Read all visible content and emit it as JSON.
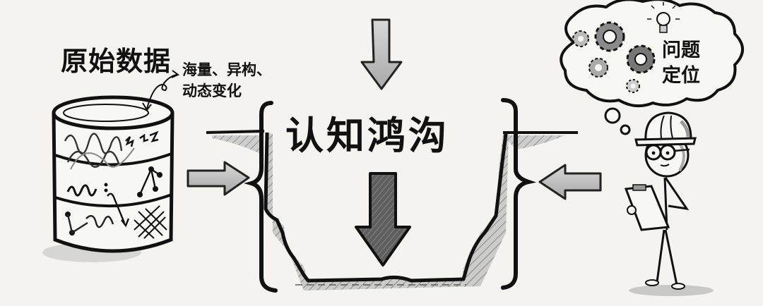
{
  "diagram": {
    "title": "认知鸿沟",
    "colors": {
      "background": "#f4f3ef",
      "ink": "#111111",
      "shade": "#b8b8b8",
      "dark_fill": "#6a6a6a"
    }
  },
  "left_panel": {
    "label": "原始数据",
    "annotation_line1": "海量、异构、",
    "annotation_line2": "动态变化",
    "icon": "database-cylinder-icon"
  },
  "center_panel": {
    "label": "认知鸿沟",
    "top_arrow": "arrow-down-icon",
    "inner_arrow": "arrow-down-icon",
    "left_arrow": "arrow-right-icon",
    "right_arrow": "arrow-left-icon",
    "icon": "chasm-gap-icon"
  },
  "right_panel": {
    "thought_line1": "问题",
    "thought_line2": "定位",
    "thought_icons": [
      "gear-icon",
      "lightbulb-icon"
    ],
    "figure": "engineer-with-clipboard-icon"
  }
}
